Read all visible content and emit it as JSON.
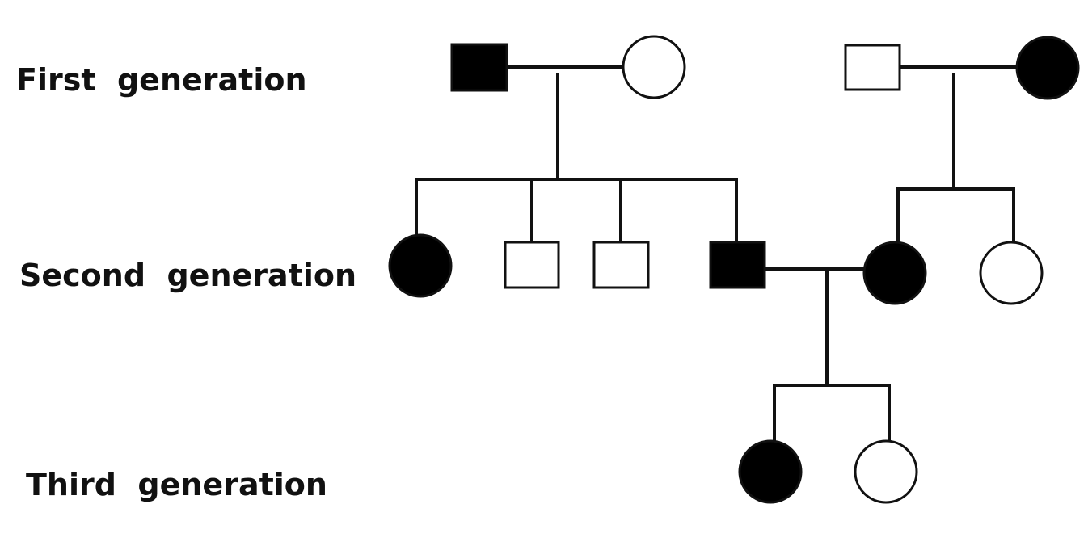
{
  "generation_labels": {
    "first": "First  generation",
    "second": "Second  generation",
    "third": "Third  generation"
  },
  "colors": {
    "affected": "#000000",
    "unaffected": "#ffffff",
    "line": "#111111"
  },
  "individuals": [
    {
      "id": "g1-male-a",
      "generation": 1,
      "sex": "male",
      "affected": true
    },
    {
      "id": "g1-female-a",
      "generation": 1,
      "sex": "female",
      "affected": false
    },
    {
      "id": "g1-male-b",
      "generation": 1,
      "sex": "male",
      "affected": false
    },
    {
      "id": "g1-female-b",
      "generation": 1,
      "sex": "female",
      "affected": true
    },
    {
      "id": "g2-female-a",
      "generation": 2,
      "sex": "female",
      "affected": true
    },
    {
      "id": "g2-male-a",
      "generation": 2,
      "sex": "male",
      "affected": false
    },
    {
      "id": "g2-male-b",
      "generation": 2,
      "sex": "male",
      "affected": false
    },
    {
      "id": "g2-male-c",
      "generation": 2,
      "sex": "male",
      "affected": true
    },
    {
      "id": "g2-female-b",
      "generation": 2,
      "sex": "female",
      "affected": true
    },
    {
      "id": "g2-female-c",
      "generation": 2,
      "sex": "female",
      "affected": false
    },
    {
      "id": "g3-female-a",
      "generation": 3,
      "sex": "female",
      "affected": true
    },
    {
      "id": "g3-female-b",
      "generation": 3,
      "sex": "female",
      "affected": false
    }
  ]
}
